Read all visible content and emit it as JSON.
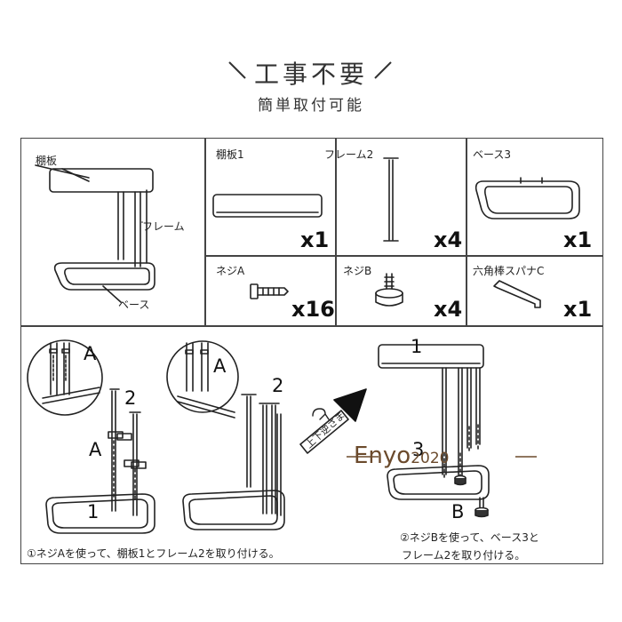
{
  "header": {
    "title": "工事不要",
    "subtitle": "簡単取付可能"
  },
  "overview": {
    "shelf_label": "棚板",
    "frame_label": "フレーム",
    "base_label": "ベース"
  },
  "parts": [
    {
      "name": "棚板1",
      "qty": "x1"
    },
    {
      "name": "フレーム2",
      "qty": "x4"
    },
    {
      "name": "ベース3",
      "qty": "x1"
    },
    {
      "name": "ネジA",
      "qty": "x16"
    },
    {
      "name": "ネジB",
      "qty": "x4"
    },
    {
      "name": "六角棒スパナC",
      "qty": "x1"
    }
  ],
  "steps": {
    "callouts": {
      "A": "A",
      "n1": "1",
      "n2": "2",
      "n3": "3",
      "B": "B"
    },
    "flip_label": "上下逆さま",
    "step1_note": "①ネジAを使って、棚板1とフレーム2を取り付ける。",
    "step2_note_line1": "②ネジBを使って、ベース3と",
    "step2_note_line2": "フレーム2を取り付ける。"
  },
  "watermark": {
    "brand": "Enyo",
    "year": "2020"
  }
}
